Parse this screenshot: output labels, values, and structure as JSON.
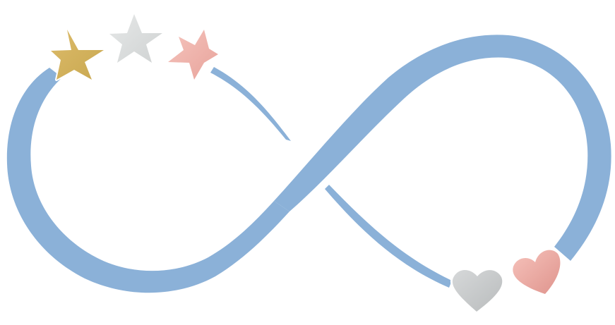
{
  "graphic": {
    "ribbon_color": "#8bb1d8",
    "background_color": "#ffffff",
    "stars": [
      {
        "icon": "star-icon",
        "finish": "gold",
        "color_light": "#dcbb6a",
        "color_dark": "#c9a850"
      },
      {
        "icon": "star-icon",
        "finish": "silver",
        "color_light": "#e6e8e8",
        "color_dark": "#cfd2d2"
      },
      {
        "icon": "star-icon",
        "finish": "rose-gold",
        "color_light": "#f5c4bd",
        "color_dark": "#e8a39b"
      }
    ],
    "hearts": [
      {
        "icon": "heart-icon",
        "finish": "silver",
        "color_light": "#d6d8d9",
        "color_dark": "#b9bcbd"
      },
      {
        "icon": "heart-icon",
        "finish": "rose-gold",
        "color_light": "#f6c2bb",
        "color_dark": "#df948d"
      }
    ]
  }
}
